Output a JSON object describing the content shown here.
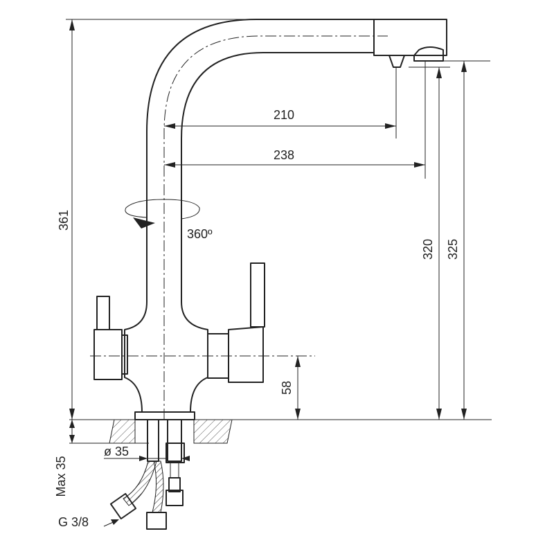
{
  "dimensions": {
    "total_height": "361",
    "reach_210": "210",
    "reach_238": "238",
    "rotation": "360º",
    "height_320": "320",
    "height_325": "325",
    "handle_height": "58",
    "diameter": "ø 35",
    "max_thickness": "Max 35",
    "thread": "G 3/8"
  }
}
